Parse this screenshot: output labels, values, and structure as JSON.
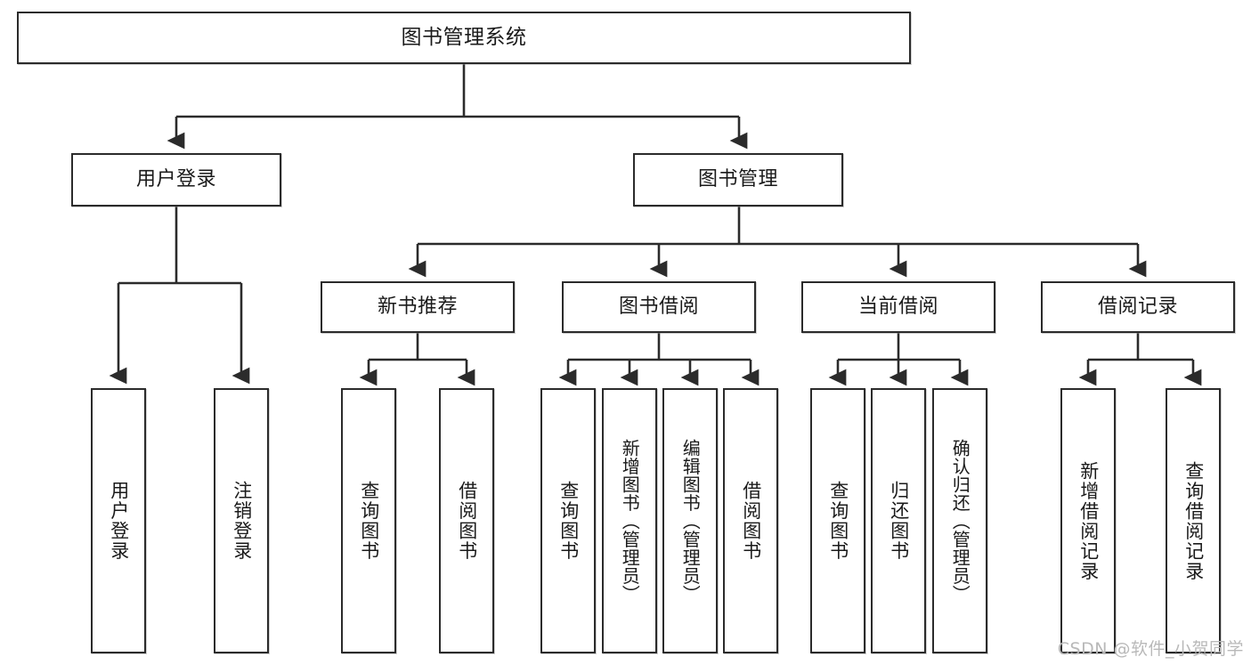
{
  "diagram": {
    "title": "图书管理系统",
    "type": "tree",
    "watermark": "CSDN @软件_小贺同学",
    "colors": {
      "box_border": "#2b2b2b",
      "box_fill": "#ffffff",
      "edge": "#2b2b2b",
      "text": "#1a1a1a",
      "watermark": "#b9b9b9",
      "background": "#ffffff"
    },
    "levels": {
      "root": "图书管理系统",
      "level2": [
        "用户登录",
        "图书管理"
      ],
      "level3": [
        "新书推荐",
        "图书借阅",
        "当前借阅",
        "借阅记录"
      ]
    },
    "nodes": {
      "root": {
        "label": "图书管理系统"
      },
      "user_login": {
        "label": "用户登录"
      },
      "book_manage": {
        "label": "图书管理"
      },
      "new_book_rec": {
        "label": "新书推荐"
      },
      "book_borrow": {
        "label": "图书借阅"
      },
      "current_borrow": {
        "label": "当前借阅"
      },
      "borrow_record": {
        "label": "借阅记录"
      },
      "leaf_user_login": {
        "label": "用户登录"
      },
      "leaf_logout": {
        "label": "注销登录"
      },
      "leaf_query_book_1": {
        "label": "查询图书"
      },
      "leaf_borrow_book_1": {
        "label": "借阅图书"
      },
      "leaf_query_book_2": {
        "label": "查询图书"
      },
      "leaf_add_book": {
        "label": "新增图书（管理员）"
      },
      "leaf_edit_book": {
        "label": "编辑图书（管理员）"
      },
      "leaf_borrow_book_2": {
        "label": "借阅图书"
      },
      "leaf_query_book_3": {
        "label": "查询图书"
      },
      "leaf_return_book": {
        "label": "归还图书"
      },
      "leaf_confirm_return": {
        "label": "确认归还（管理员）"
      },
      "leaf_add_record": {
        "label": "新增借阅记录"
      },
      "leaf_query_record": {
        "label": "查询借阅记录"
      }
    }
  }
}
